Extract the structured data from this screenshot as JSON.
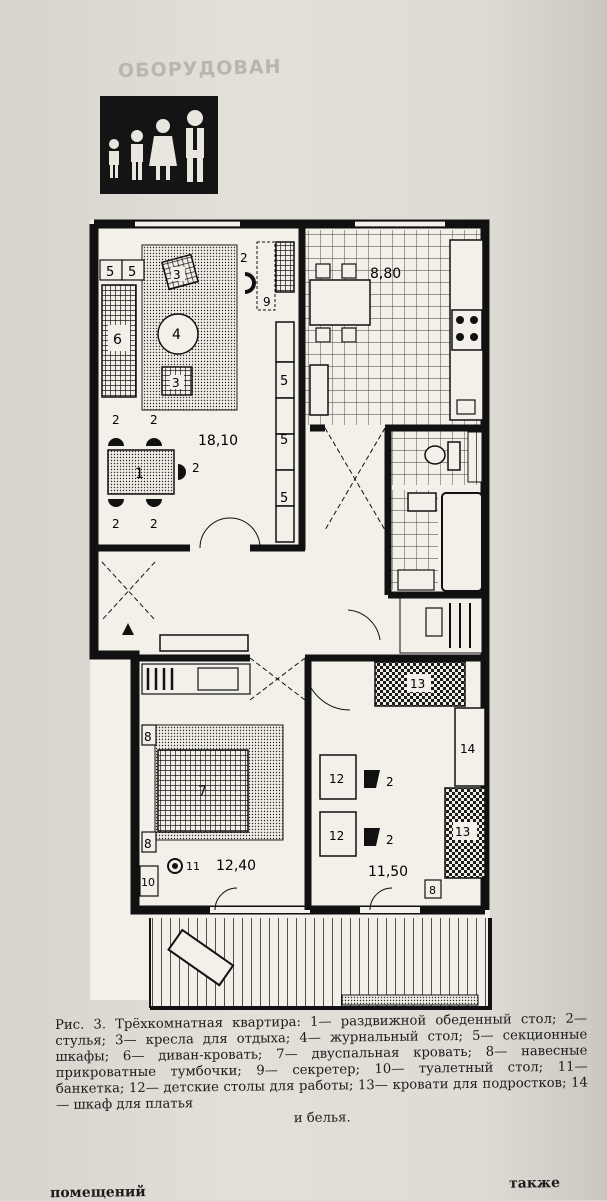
{
  "page": {
    "ghost_heading": "ОБОРУДОВАН",
    "bottom_left": "помещений",
    "bottom_right": "также"
  },
  "figure": {
    "rooms": {
      "living_area": "18,10",
      "kitchen_area": "8,80",
      "bedroom_area": "12,40",
      "kids_room_area": "11,50"
    },
    "labels": {
      "n1": "1",
      "n2": "2",
      "n3": "3",
      "n4": "4",
      "n5": "5",
      "n6": "6",
      "n7": "7",
      "n8": "8",
      "n9": "9",
      "n10": "10",
      "n11": "11",
      "n12": "12",
      "n13": "13",
      "n14": "14"
    }
  },
  "caption": {
    "line1": "Рис. 3. Трёхкомнатная квартира: 1— раздвижной обеденный стол; 2— стулья; 3— кресла для отдыха; 4— журнальный стол; 5— секционные шкафы; 6— диван-кровать; 7— двуспальная кровать; 8— навесные прикроватные тумбочки; 9— секретер; 10— туалетный стол; 11— банкетка; 12— детские столы для работы; 13— кровати для подростков; 14— шкаф для платья",
    "line2": "и белья."
  }
}
